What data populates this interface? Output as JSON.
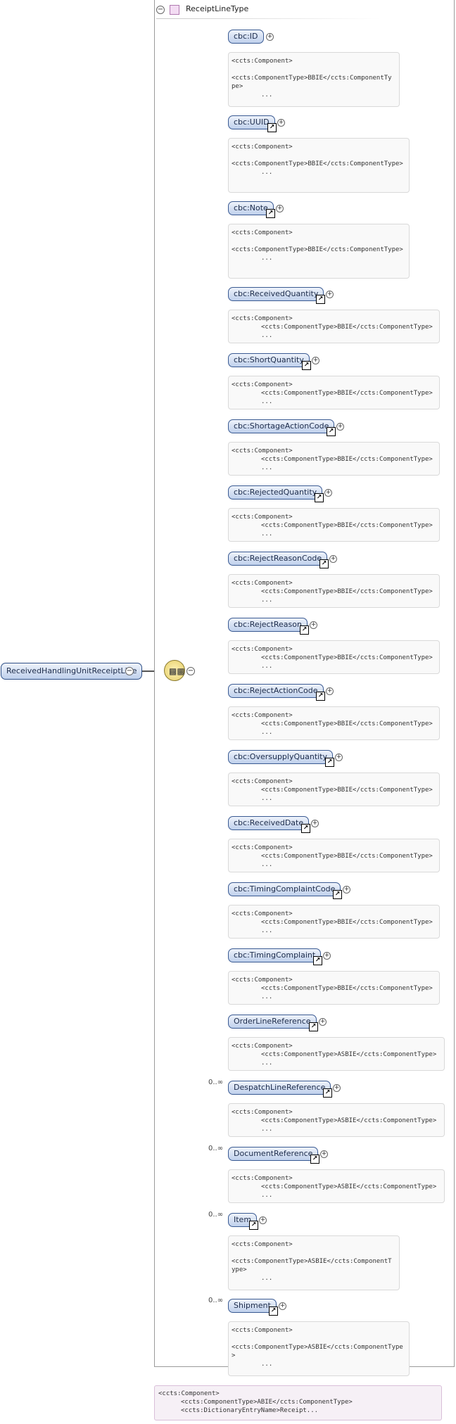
{
  "root": {
    "label": "ReceivedHandlingUnitReceiptLine"
  },
  "type_header": {
    "title": "ReceiptLineType"
  },
  "doc_line1": "<ccts:Component>",
  "doc_ellipsis": "...",
  "elements": [
    {
      "label": "cbc:ID",
      "ref": false,
      "occurrence": "",
      "doc_type": "<ccts:ComponentType>BBIE</ccts:ComponentType>"
    },
    {
      "label": "cbc:UUID",
      "ref": true,
      "occurrence": "",
      "doc_type": "<ccts:ComponentType>BBIE</ccts:ComponentType>"
    },
    {
      "label": "cbc:Note",
      "ref": true,
      "occurrence": "",
      "doc_type": "<ccts:ComponentType>BBIE</ccts:ComponentType>"
    },
    {
      "label": "cbc:ReceivedQuantity",
      "ref": true,
      "occurrence": "",
      "doc_type": "<ccts:ComponentType>BBIE</ccts:ComponentType>"
    },
    {
      "label": "cbc:ShortQuantity",
      "ref": true,
      "occurrence": "",
      "doc_type": "<ccts:ComponentType>BBIE</ccts:ComponentType>"
    },
    {
      "label": "cbc:ShortageActionCode",
      "ref": true,
      "occurrence": "",
      "doc_type": "<ccts:ComponentType>BBIE</ccts:ComponentType>"
    },
    {
      "label": "cbc:RejectedQuantity",
      "ref": true,
      "occurrence": "",
      "doc_type": "<ccts:ComponentType>BBIE</ccts:ComponentType>"
    },
    {
      "label": "cbc:RejectReasonCode",
      "ref": true,
      "occurrence": "",
      "doc_type": "<ccts:ComponentType>BBIE</ccts:ComponentType>"
    },
    {
      "label": "cbc:RejectReason",
      "ref": true,
      "occurrence": "",
      "doc_type": "<ccts:ComponentType>BBIE</ccts:ComponentType>"
    },
    {
      "label": "cbc:RejectActionCode",
      "ref": true,
      "occurrence": "",
      "doc_type": "<ccts:ComponentType>BBIE</ccts:ComponentType>"
    },
    {
      "label": "cbc:OversupplyQuantity",
      "ref": true,
      "occurrence": "",
      "doc_type": "<ccts:ComponentType>BBIE</ccts:ComponentType>"
    },
    {
      "label": "cbc:ReceivedDate",
      "ref": true,
      "occurrence": "",
      "doc_type": "<ccts:ComponentType>BBIE</ccts:ComponentType>"
    },
    {
      "label": "cbc:TimingComplaintCode",
      "ref": true,
      "occurrence": "",
      "doc_type": "<ccts:ComponentType>BBIE</ccts:ComponentType>"
    },
    {
      "label": "cbc:TimingComplaint",
      "ref": true,
      "occurrence": "",
      "doc_type": "<ccts:ComponentType>BBIE</ccts:ComponentType>"
    },
    {
      "label": "OrderLineReference",
      "ref": true,
      "occurrence": "",
      "doc_type": "<ccts:ComponentType>ASBIE</ccts:ComponentType>"
    },
    {
      "label": "DespatchLineReference",
      "ref": true,
      "occurrence": "0..∞",
      "doc_type": "<ccts:ComponentType>ASBIE</ccts:ComponentType>"
    },
    {
      "label": "DocumentReference",
      "ref": true,
      "occurrence": "0..∞",
      "doc_type": "<ccts:ComponentType>ASBIE</ccts:ComponentType>"
    },
    {
      "label": "Item",
      "ref": true,
      "occurrence": "0..∞",
      "doc_type": "<ccts:ComponentType>ASBIE</ccts:ComponentType>"
    },
    {
      "label": "Shipment",
      "ref": true,
      "occurrence": "0..∞",
      "doc_type": "<ccts:ComponentType>ASBIE</ccts:ComponentType>"
    }
  ],
  "bottom_doc": {
    "line1": "<ccts:Component>",
    "line2": "<ccts:ComponentType>ABIE</ccts:ComponentType>",
    "line3": "<ccts:DictionaryEntryName>Receipt..."
  }
}
